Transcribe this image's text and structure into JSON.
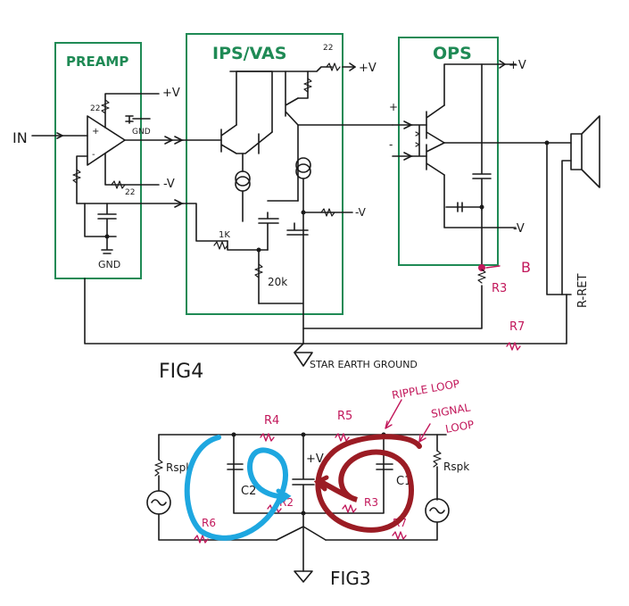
{
  "fig4": {
    "caption": "FIG4",
    "blocks": {
      "preamp": "PREAMP",
      "ips_vas": "IPS/VAS",
      "ops": "OPS"
    },
    "input_label": "IN",
    "rails": {
      "pos": "+V",
      "neg": "-V"
    },
    "gnd": "GND",
    "values": {
      "r22": "22",
      "r1k": "1K",
      "r20k": "20k"
    },
    "node_b": "B",
    "r3": "R3",
    "r7": "R7",
    "r_ret": "R-RET",
    "star_ground": "STAR EARTH GROUND"
  },
  "fig3": {
    "caption": "FIG3",
    "resistors": {
      "r2": "R2",
      "r3": "R3",
      "r4": "R4",
      "r5": "R5",
      "r6": "R6",
      "r7": "R7"
    },
    "caps": {
      "c1": "C1",
      "c2": "C2"
    },
    "rspk_left": "Rspk",
    "rspk_right": "Rspk",
    "plus_v": "+V",
    "ripple_loop": "RIPPLE LOOP",
    "signal_loop_1": "SIGNAL",
    "signal_loop_2": "LOOP"
  },
  "colors": {
    "block_outline": "#1f8a55",
    "annotation": "#c2185b",
    "signal_loop": "#1ea7e0",
    "ripple_loop": "#9b1c24"
  }
}
